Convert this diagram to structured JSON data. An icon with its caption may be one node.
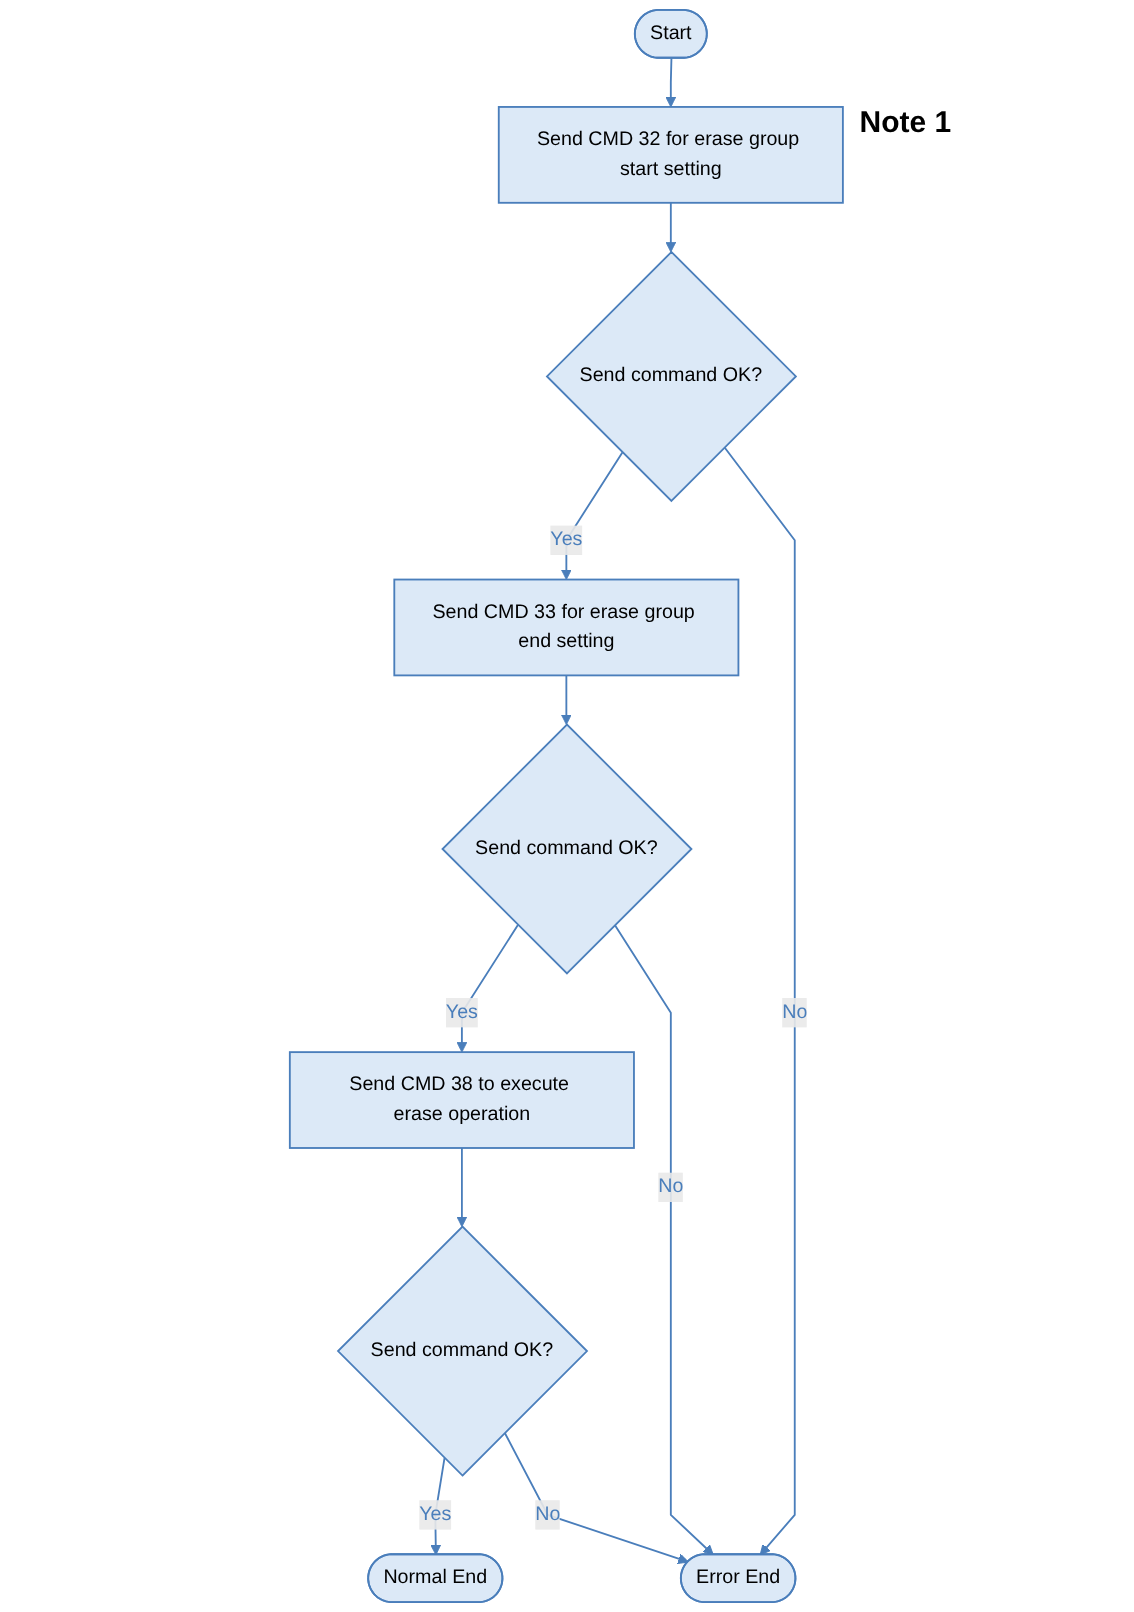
{
  "diagram": {
    "nodes": [
      {
        "text": [
          "Start"
        ]
      },
      {
        "text": [
          "Send CMD 32 for erase group start setting"
        ],
        "beside": [
          "Note 1"
        ]
      },
      {
        "text": [
          "Send command OK?"
        ]
      },
      {
        "text": [
          "Send CMD 33 for erase group end setting"
        ]
      },
      {
        "text": [
          "Send command OK?"
        ]
      },
      {
        "text": [
          "Send CMD 38 to execute erase operation"
        ]
      },
      {
        "text": [
          "Send command OK?"
        ]
      },
      {
        "text": [
          "Normal End"
        ]
      },
      {
        "text": [
          "Error End"
        ]
      }
    ],
    "edges": [
      {
        "from": 0,
        "to": 1,
        "arrow": "to"
      },
      {
        "from": 1,
        "to": 2,
        "arrow": "to"
      },
      {
        "from": 2,
        "to": 3,
        "label": "Yes",
        "arrow": "to"
      },
      {
        "from": 2,
        "to": 8,
        "label": "No",
        "arrow": "to"
      },
      {
        "from": 3,
        "to": 4,
        "arrow": "to"
      },
      {
        "from": 4,
        "to": 5,
        "label": "Yes",
        "arrow": "to"
      },
      {
        "from": 4,
        "to": 8,
        "label": "No",
        "arrow": "to"
      },
      {
        "from": 5,
        "to": 6,
        "arrow": "to"
      },
      {
        "from": 6,
        "to": 7,
        "label": "Yes",
        "arrow": "to"
      },
      {
        "from": 6,
        "to": 8,
        "label": "No",
        "arrow": "to"
      }
    ]
  }
}
